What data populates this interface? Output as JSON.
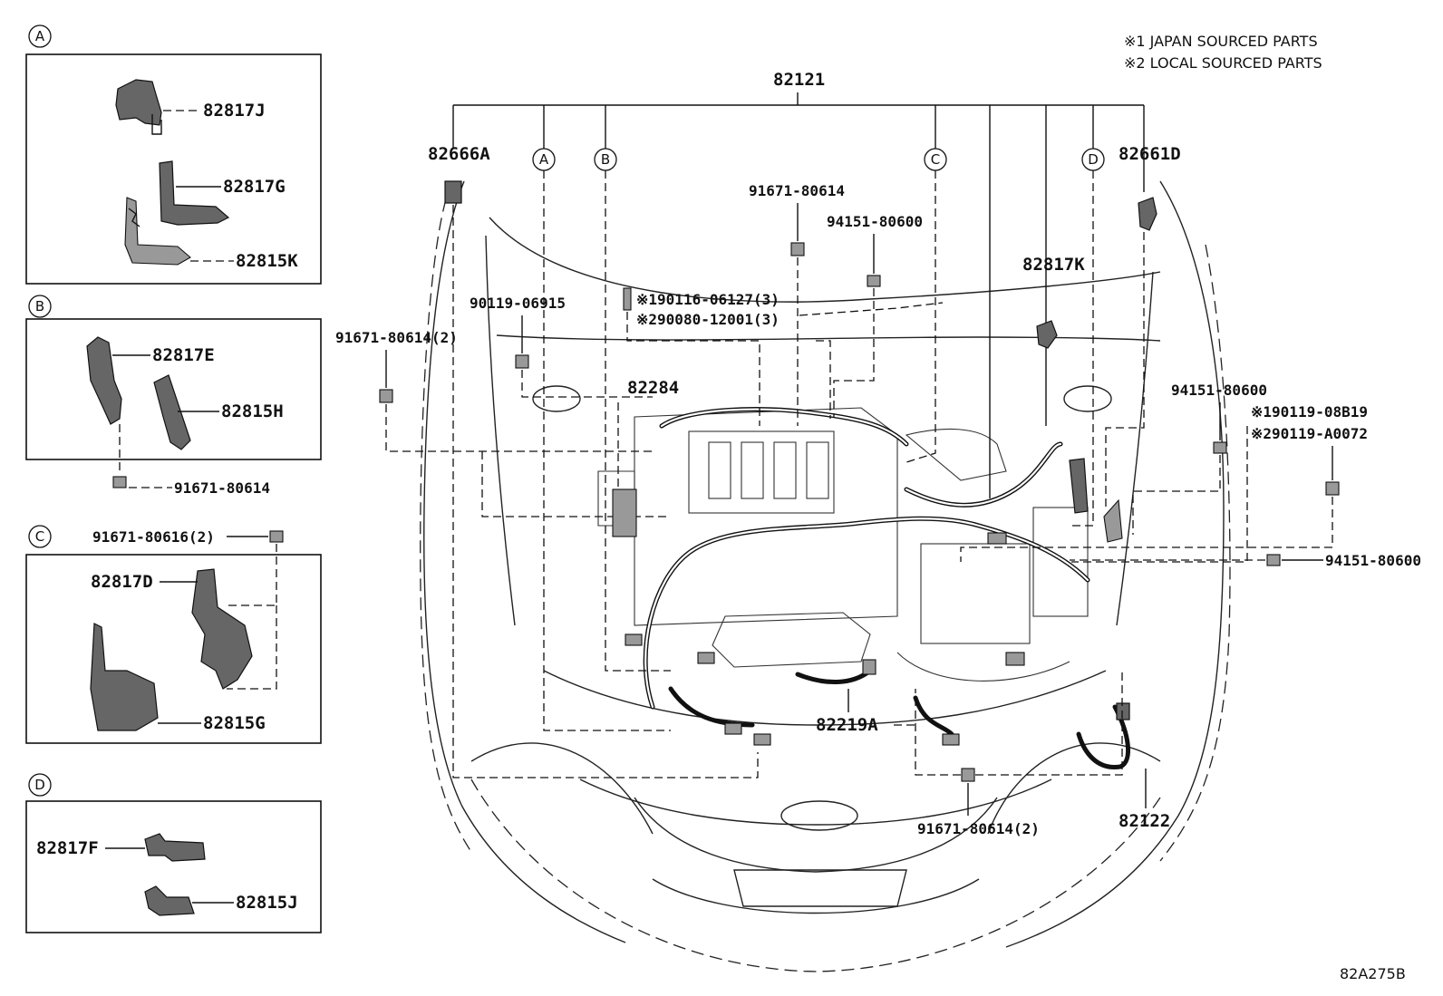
{
  "notes": [
    "※1 JAPAN SOURCED PARTS",
    "※2 LOCAL SOURCED PARTS"
  ],
  "diagram_code": "82A275B",
  "main_harness": "82121",
  "callouts": [
    "A",
    "B",
    "C",
    "D"
  ],
  "detail_A": {
    "label": "A",
    "parts": [
      "82817J",
      "82817G",
      "82815K"
    ]
  },
  "detail_B": {
    "label": "B",
    "parts": [
      "82817E",
      "82815H",
      "91671-80614"
    ]
  },
  "detail_C": {
    "label": "C",
    "parts": [
      "91671-80616(2)",
      "82817D",
      "82815G"
    ]
  },
  "detail_D": {
    "label": "D",
    "parts": [
      "82817F",
      "82815J"
    ]
  },
  "main_parts": {
    "p82666A": "82666A",
    "p82661D": "82661D",
    "p91671_top": "91671-80614",
    "p94151_top": "94151-80600",
    "p190116": "※190116-06127(3)",
    "p290080": "※290080-12001(3)",
    "p90119": "90119-06915",
    "p91671_left": "91671-80614(2)",
    "p82284": "82284",
    "p82817K": "82817K",
    "p94151_right": "94151-80600",
    "p190119": "※190119-08B19",
    "p290119": "※290119-A0072",
    "p94151_far": "94151-80600",
    "p82219A": "82219A",
    "p91671_bottom": "91671-80614(2)",
    "p82122": "82122"
  },
  "colors": {
    "ink": "#111111",
    "part_fill": "#666666",
    "background": "#ffffff"
  }
}
